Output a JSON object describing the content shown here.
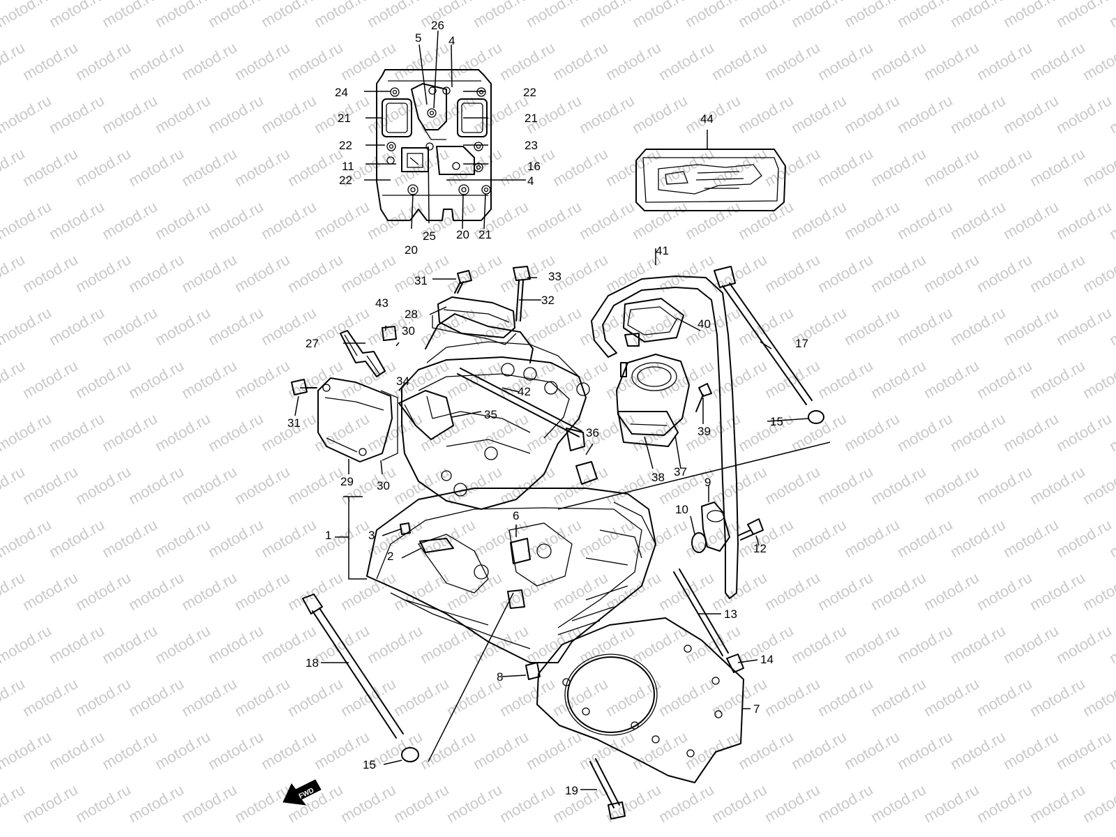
{
  "watermark": "motod.ru",
  "fwd_label": "FWD",
  "callouts": {
    "n1": "1",
    "n2": "2",
    "n3": "3",
    "n4a": "4",
    "n4b": "4",
    "n5": "5",
    "n6": "6",
    "n7": "7",
    "n8": "8",
    "n9": "9",
    "n10": "10",
    "n11": "11",
    "n12": "12",
    "n13": "13",
    "n14": "14",
    "n15a": "15",
    "n15b": "15",
    "n16": "16",
    "n17": "17",
    "n18": "18",
    "n19": "19",
    "n20a": "20",
    "n20b": "20",
    "n21a": "21",
    "n21b": "21",
    "n21c": "21",
    "n22a": "22",
    "n22b": "22",
    "n22c": "22",
    "n23": "23",
    "n24": "24",
    "n25": "25",
    "n26": "26",
    "n27": "27",
    "n28": "28",
    "n29": "29",
    "n30a": "30",
    "n30b": "30",
    "n31a": "31",
    "n31b": "31",
    "n32": "32",
    "n33": "33",
    "n34": "34",
    "n35": "35",
    "n36": "36",
    "n37": "37",
    "n38": "38",
    "n39": "39",
    "n40": "40",
    "n41": "41",
    "n42": "42",
    "n43": "43",
    "n44": "44"
  }
}
